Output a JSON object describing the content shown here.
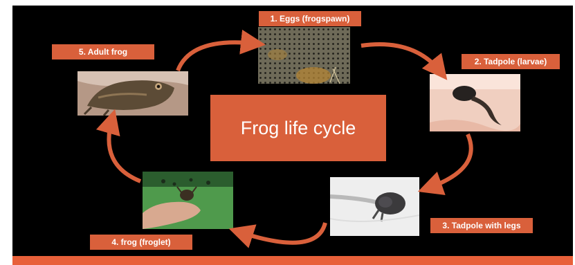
{
  "title": "Frog life cycle",
  "stages": {
    "eggs": "1. Eggs (frogspawn)",
    "tadpole": "2. Tadpole (larvae)",
    "tadpole_legs": "3. Tadpole with legs",
    "froglet": "4. frog (froglet)",
    "adult": "5. Adult frog"
  },
  "colors": {
    "accent": "#d9603b",
    "background": "#000000",
    "bottom_bar": "#e8603a"
  },
  "icons": [
    "eggs-photo",
    "tadpole-photo",
    "tadpole-with-legs-photo",
    "froglet-photo",
    "adult-frog-photo",
    "cycle-arrow"
  ]
}
